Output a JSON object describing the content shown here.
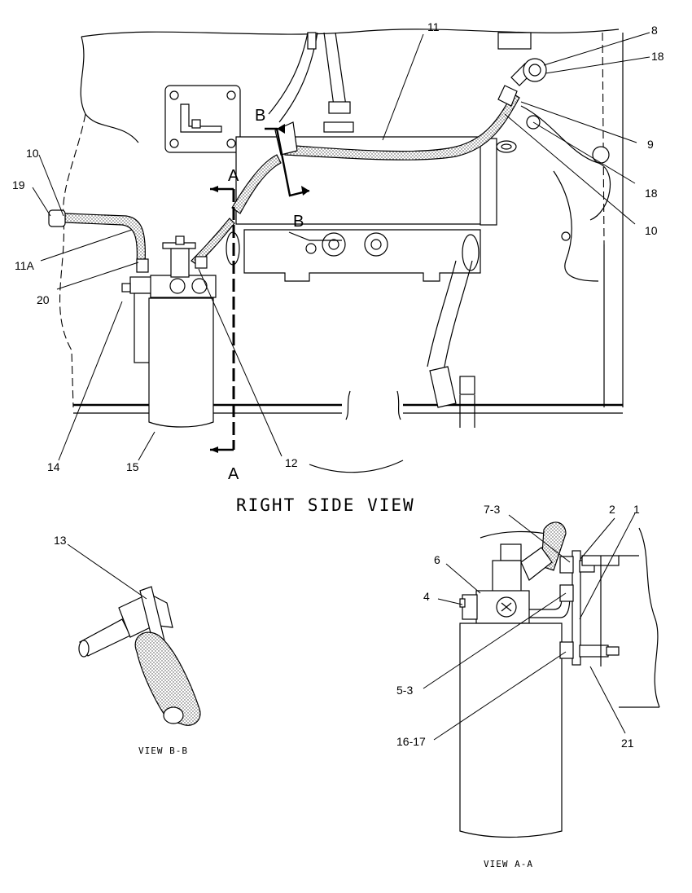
{
  "titles": {
    "right_side_view": "RIGHT SIDE VIEW",
    "view_bb": "VIEW B-B",
    "view_aa": "VIEW A-A"
  },
  "section_marks": {
    "a_top": "A",
    "a_bottom": "A",
    "b_top": "B",
    "b_bottom": "B"
  },
  "callouts": {
    "c8": "8",
    "c11": "11",
    "c18a": "18",
    "c9": "9",
    "c18b": "18",
    "c10r": "10",
    "c10l": "10",
    "c19": "19",
    "c11a": "11A",
    "c20": "20",
    "c14": "14",
    "c15": "15",
    "c12": "12",
    "c13": "13",
    "c7_3": "7-3",
    "c2": "2",
    "c1": "1",
    "c6": "6",
    "c4": "4",
    "c5_3": "5-3",
    "c16_17": "16-17",
    "c21": "21"
  }
}
